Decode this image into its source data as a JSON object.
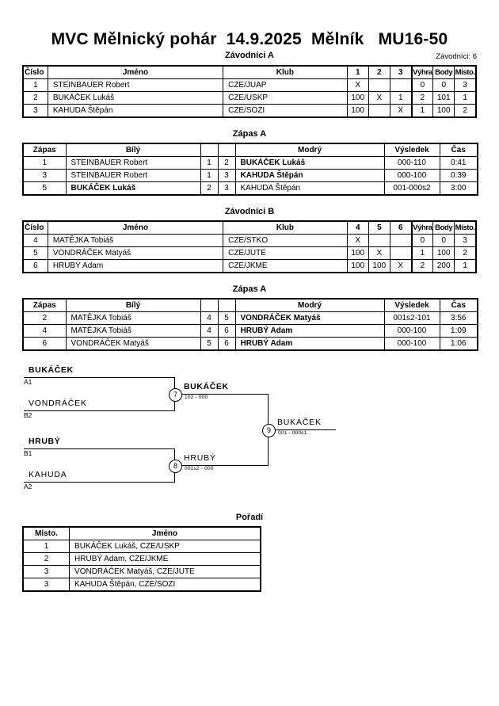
{
  "header": {
    "title": "MVC Mělnický pohár  14.9.2025  Mělník   MU16-50",
    "entrants_label": "Závodníci: 6"
  },
  "sections": {
    "competitors_a": "Závodníci A",
    "matches_a1": "Zápas A",
    "competitors_b": "Závodníci B",
    "matches_a2": "Zápas A",
    "ranking": "Pořadí"
  },
  "competitors_headers": {
    "number": "Číslo",
    "name": "Jméno",
    "club": "Klub",
    "wins": "Výhra",
    "points": "Body",
    "place": "Místo."
  },
  "group_a": {
    "score_columns": [
      "1",
      "2",
      "3"
    ],
    "rows": [
      {
        "number": "1",
        "name": "STEINBAUER Robert",
        "club": "CZE/JUAP",
        "scores": [
          "X",
          "",
          ""
        ],
        "wins": "0",
        "points": "0",
        "place": "3"
      },
      {
        "number": "2",
        "name": "BUKÁČEK Lukáš",
        "club": "CZE/USKP",
        "scores": [
          "100",
          "X",
          "1"
        ],
        "wins": "2",
        "points": "101",
        "place": "1"
      },
      {
        "number": "3",
        "name": "KAHUDA Štěpán",
        "club": "CZE/SOZI",
        "scores": [
          "100",
          "",
          "X"
        ],
        "wins": "1",
        "points": "100",
        "place": "2"
      }
    ]
  },
  "group_b": {
    "score_columns": [
      "4",
      "5",
      "6"
    ],
    "rows": [
      {
        "number": "4",
        "name": "MATĚJKA Tobiáš",
        "club": "CZE/STKO",
        "scores": [
          "X",
          "",
          ""
        ],
        "wins": "0",
        "points": "0",
        "place": "3"
      },
      {
        "number": "5",
        "name": "VONDRÁČEK Matyáš",
        "club": "CZE/JUTE",
        "scores": [
          "100",
          "X",
          ""
        ],
        "wins": "1",
        "points": "100",
        "place": "2"
      },
      {
        "number": "6",
        "name": "HRUBÝ Adam",
        "club": "CZE/JKME",
        "scores": [
          "100",
          "100",
          "X"
        ],
        "wins": "2",
        "points": "200",
        "place": "1"
      }
    ]
  },
  "matches_headers": {
    "match": "Zápas",
    "white": "Bílý",
    "blue": "Modrý",
    "result": "Výsledek",
    "time": "Čas"
  },
  "matches_a": [
    {
      "no": "1",
      "white": "STEINBAUER Robert",
      "white_no": "1",
      "blue_no": "2",
      "blue": "BUKÁČEK Lukáš",
      "result": "000-110",
      "time": "0:41",
      "winner": "blue"
    },
    {
      "no": "3",
      "white": "STEINBAUER Robert",
      "white_no": "1",
      "blue_no": "3",
      "blue": "KAHUDA Štěpán",
      "result": "000-100",
      "time": "0:39",
      "winner": "blue"
    },
    {
      "no": "5",
      "white": "BUKÁČEK Lukáš",
      "white_no": "2",
      "blue_no": "3",
      "blue": "KAHUDA Štěpán",
      "result": "001-000s2",
      "time": "3:00",
      "winner": "white"
    }
  ],
  "matches_b": [
    {
      "no": "2",
      "white": "MATĚJKA Tobiáš",
      "white_no": "4",
      "blue_no": "5",
      "blue": "VONDRÁČEK Matyáš",
      "result": "001s2-101",
      "time": "3:56",
      "winner": "blue"
    },
    {
      "no": "4",
      "white": "MATĚJKA Tobiáš",
      "white_no": "4",
      "blue_no": "6",
      "blue": "HRUBÝ Adam",
      "result": "000-100",
      "time": "1:09",
      "winner": "blue"
    },
    {
      "no": "6",
      "white": "VONDRÁČEK Matyáš",
      "white_no": "5",
      "blue_no": "6",
      "blue": "HRUBÝ Adam",
      "result": "000-100",
      "time": "1:06",
      "winner": "blue"
    }
  ],
  "bracket": {
    "entries": [
      {
        "name": "BUKÁČEK",
        "seed": "A1"
      },
      {
        "name": "VONDRÁČEK",
        "seed": "B2"
      },
      {
        "name": "HRUBÝ",
        "seed": "B1"
      },
      {
        "name": "KAHUDA",
        "seed": "A2"
      }
    ],
    "nodes": [
      {
        "no": "7",
        "winner": "BUKÁČEK",
        "score": "102 - 000"
      },
      {
        "no": "8",
        "winner": "HRUBÝ",
        "score": "001s2 - 000"
      },
      {
        "no": "9",
        "winner": "BUKÁČEK",
        "score": "001 - 000s1"
      }
    ]
  },
  "ranking_headers": {
    "place": "Místo.",
    "name": "Jméno"
  },
  "ranking": [
    {
      "place": "1",
      "name": "BUKÁČEK Lukáš, CZE/USKP"
    },
    {
      "place": "2",
      "name": "HRUBÝ Adam, CZE/JKME"
    },
    {
      "place": "3",
      "name": "VONDRÁČEK Matyáš, CZE/JUTE"
    },
    {
      "place": "3",
      "name": "KAHUDA Štěpán, CZE/SOZI"
    }
  ]
}
